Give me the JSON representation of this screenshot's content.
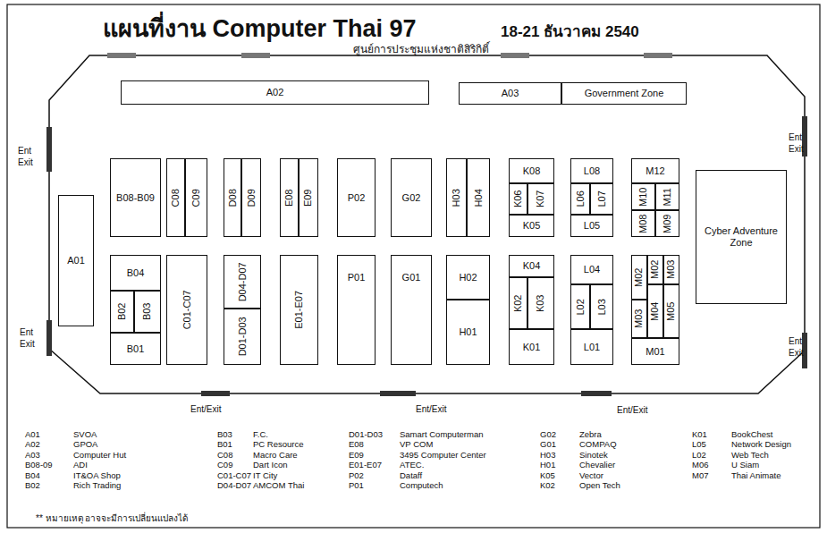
{
  "diagram": {
    "title": "แผนที่งาน Computer Thai 97",
    "nodes": [
      {
        "text": [
          "A02"
        ]
      },
      {
        "text": [
          "A03"
        ]
      },
      {
        "text": [
          "Government Zone"
        ]
      },
      {
        "text": [
          "A01"
        ]
      },
      {
        "text": [
          "B08-B09"
        ]
      },
      {
        "text": [
          "C08"
        ]
      },
      {
        "text": [
          "C09"
        ]
      },
      {
        "text": [
          "D08"
        ]
      },
      {
        "text": [
          "D09"
        ]
      },
      {
        "text": [
          "E08"
        ]
      },
      {
        "text": [
          "E09"
        ]
      },
      {
        "text": [
          "P02"
        ]
      },
      {
        "text": [
          "G02"
        ]
      },
      {
        "text": [
          "H03"
        ]
      },
      {
        "text": [
          "H04"
        ]
      },
      {
        "text": [
          "K08"
        ]
      },
      {
        "text": [
          "K06"
        ]
      },
      {
        "text": [
          "K07"
        ]
      },
      {
        "text": [
          "K05"
        ]
      },
      {
        "text": [
          "L08"
        ]
      },
      {
        "text": [
          "L06"
        ]
      },
      {
        "text": [
          "L07"
        ]
      },
      {
        "text": [
          "L05"
        ]
      },
      {
        "text": [
          "M12"
        ]
      },
      {
        "text": [
          "M10"
        ]
      },
      {
        "text": [
          "M11"
        ]
      },
      {
        "text": [
          "M08"
        ]
      },
      {
        "text": [
          "M09"
        ]
      },
      {
        "text": [
          "Cyber Adventure Zone"
        ]
      },
      {
        "text": [
          "B04"
        ]
      },
      {
        "text": [
          "B02"
        ]
      },
      {
        "text": [
          "B03"
        ]
      },
      {
        "text": [
          "B01"
        ]
      },
      {
        "text": [
          "C01-C07"
        ]
      },
      {
        "text": [
          "D04-D07"
        ]
      },
      {
        "text": [
          "D01-D03"
        ]
      },
      {
        "text": [
          "E01-E07"
        ]
      },
      {
        "text": [
          "P01"
        ]
      },
      {
        "text": [
          "G01"
        ]
      },
      {
        "text": [
          "H02"
        ]
      },
      {
        "text": [
          "H01"
        ]
      },
      {
        "text": [
          "K04"
        ]
      },
      {
        "text": [
          "K02"
        ]
      },
      {
        "text": [
          "K03"
        ]
      },
      {
        "text": [
          "K01"
        ]
      },
      {
        "text": [
          "L04"
        ]
      },
      {
        "text": [
          "L02"
        ]
      },
      {
        "text": [
          "L03"
        ]
      },
      {
        "text": [
          "L01"
        ]
      },
      {
        "text": [
          "M02"
        ]
      },
      {
        "text": [
          "M02"
        ]
      },
      {
        "text": [
          "M03"
        ]
      },
      {
        "text": [
          "M03"
        ]
      },
      {
        "text": [
          "M04"
        ]
      },
      {
        "text": [
          "M05"
        ]
      },
      {
        "text": [
          "M01"
        ]
      }
    ],
    "labels": [
      "18-21 ธันวาคม 2540",
      "ศูนย์การประชุมแห่งชาติสิริกิติ์",
      "Ent",
      "Exit",
      "Ent",
      "Exit",
      "Ent",
      "Exit",
      "Ent",
      "Exit",
      "Ent/Exit",
      "Ent/Exit",
      "Ent/Exit",
      "A01",
      "SVOA",
      "A02",
      "GPOA",
      "A03",
      "Computer Hut",
      "B08-09",
      "ADI",
      "B04",
      "IT&OA Shop",
      "B02",
      "Rich Trading",
      "B03",
      "F.C.",
      "B01",
      "PC Resource",
      "C08",
      "Macro Care",
      "C09",
      "Dart Icon",
      "C01-C07",
      "IT City",
      "D04-D07",
      "AMCOM Thai",
      "D01-D03",
      "Samart Computerman",
      "E08",
      "VP COM",
      "E09",
      "3495 Computer Center",
      "E01-E07",
      "ATEC.",
      "P02",
      "Dataff",
      "P01",
      "Computech",
      "G02",
      "Zebra",
      "G01",
      "COMPAQ",
      "H03",
      "Sinotek",
      "H01",
      "Chevalier",
      "K05",
      "Vector",
      "K02",
      "Open Tech",
      "K01",
      "BookChest",
      "L05",
      "Network Design",
      "L02",
      "Web Tech",
      "M06",
      "U Siam",
      "M07",
      "Thai Animate",
      "** หมายเหตุ อาจจะมีการเปลี่ยนแปลงได้"
    ]
  }
}
